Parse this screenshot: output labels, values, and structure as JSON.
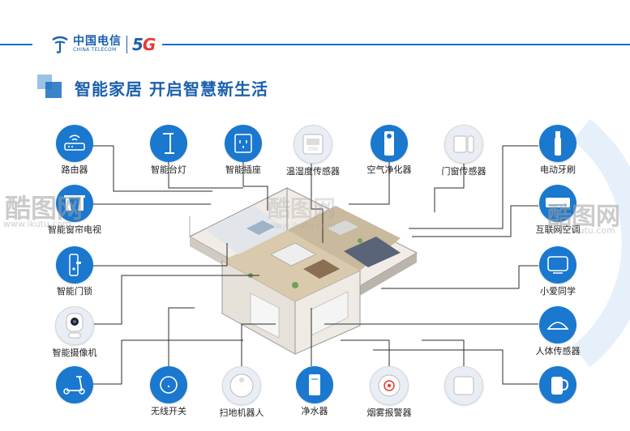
{
  "brand": {
    "name_cn": "中国电信",
    "name_en": "CHINA TELECOM",
    "badge_5": "5",
    "badge_g": "G"
  },
  "title": "智能家居 开启智慧新生活",
  "devices_left": [
    {
      "label": "路由器",
      "icon": "router-icon"
    },
    {
      "label": "智能窗帘电视",
      "icon": "curtain-icon"
    },
    {
      "label": "智能门锁",
      "icon": "door-lock-icon"
    },
    {
      "label": "智能摄像机",
      "icon": "camera-icon"
    },
    {
      "label": "",
      "icon": "scooter-icon"
    }
  ],
  "devices_top": [
    {
      "label": "智能台灯",
      "icon": "desk-lamp-icon"
    },
    {
      "label": "智能插座",
      "icon": "socket-icon"
    },
    {
      "label": "温湿度传感器",
      "icon": "thermo-hygrometer-icon"
    },
    {
      "label": "空气净化器",
      "icon": "air-purifier-icon"
    },
    {
      "label": "门窗传感器",
      "icon": "window-sensor-icon"
    }
  ],
  "devices_right": [
    {
      "label": "电动牙刷",
      "icon": "toothbrush-icon"
    },
    {
      "label": "互联网空调",
      "icon": "air-conditioner-icon"
    },
    {
      "label": "小爱同学",
      "icon": "smart-speaker-icon"
    },
    {
      "label": "人体传感器",
      "icon": "motion-sensor-icon"
    },
    {
      "label": "",
      "icon": "kettle-icon"
    }
  ],
  "devices_bottom": [
    {
      "label": "无线开关",
      "icon": "wireless-switch-icon"
    },
    {
      "label": "扫地机器人",
      "icon": "robot-vacuum-icon"
    },
    {
      "label": "净水器",
      "icon": "water-purifier-icon"
    },
    {
      "label": "烟雾报警器",
      "icon": "smoke-alarm-icon"
    },
    {
      "label": "",
      "icon": "gateway-icon"
    }
  ],
  "watermark": {
    "cn": "酷图网",
    "url": "www.ikutu.com"
  },
  "colors": {
    "primary": "#1a78cf",
    "title": "#1a5fae",
    "accent_red": "#e8382e",
    "line": "#2b2b2b"
  }
}
